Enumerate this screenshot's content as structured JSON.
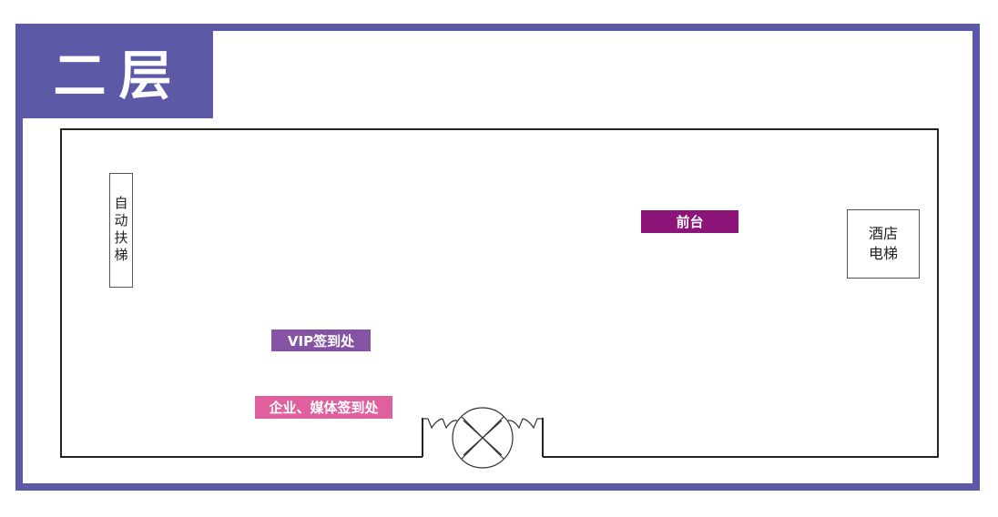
{
  "title": "二层",
  "escalator": {
    "label": "自动扶梯"
  },
  "elevator": {
    "label": "酒店电梯"
  },
  "front_desk": {
    "label": "前台"
  },
  "vip_checkin": {
    "label": "VIP签到处"
  },
  "media_checkin": {
    "label": "企业、媒体签到处"
  },
  "colors": {
    "frame": "#5c59a7",
    "front_desk": "#8d1479",
    "vip_checkin": "#8553a3",
    "media_checkin": "#e0609e"
  }
}
